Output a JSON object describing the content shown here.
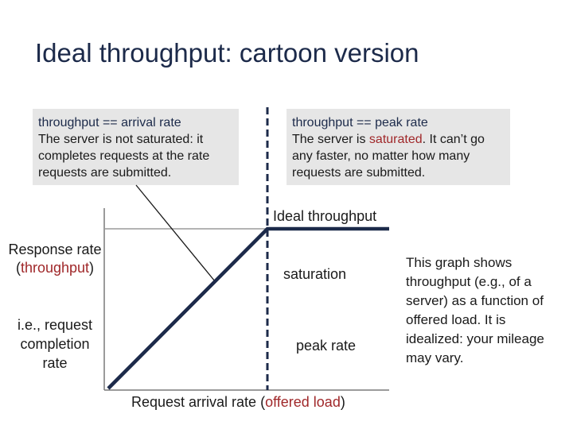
{
  "title": "Ideal throughput: cartoon version",
  "box_left": {
    "heading": "throughput == arrival rate",
    "body": "The server is not saturated: it completes requests at the rate requests are submitted."
  },
  "box_right": {
    "heading": "throughput == peak rate",
    "body_before": "The server is ",
    "body_highlight": "saturated",
    "body_after": ".  It can’t go any faster, no matter how many requests are submitted."
  },
  "labels": {
    "ideal_throughput": "Ideal throughput",
    "saturation": "saturation",
    "peak_rate": "peak rate",
    "y_axis_prefix": "Response rate (",
    "y_axis_highlight": "throughput",
    "y_axis_suffix": ")",
    "y_axis_sub": "i.e., request completion rate",
    "x_axis_prefix": "Request arrival rate (",
    "x_axis_highlight": "offered load",
    "x_axis_suffix": ")"
  },
  "side_note": "This graph shows throughput (e.g., of a server) as a function of offered load.  It is idealized: your mileage may vary.",
  "colors": {
    "title": "#1c2a4a",
    "highlight": "#a0282a",
    "box_bg": "#e6e6e6",
    "curve": "#1c2a4a"
  }
}
